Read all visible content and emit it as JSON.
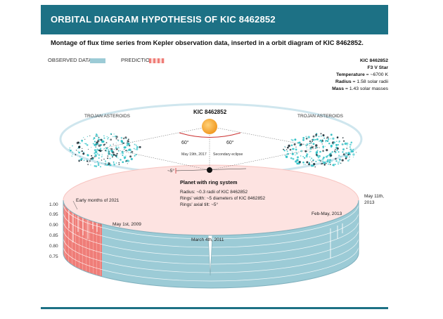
{
  "header": {
    "title": "ORBITAL DIAGRAM HYPOTHESIS  OF KIC 8462852"
  },
  "subtitle": "Montage of flux time series from Kepler observation data, inserted in a orbit diagram of KIC 8462852.",
  "legend": {
    "observed": "OBSERVED DATA",
    "prediction": "PREDICTION"
  },
  "colors": {
    "banner": "#1d7185",
    "observed": "#9ccbd6",
    "prediction": "#ef7d78",
    "asteroids": "#2ec1c6",
    "star": "#f4a42a"
  },
  "star_info": {
    "name": "KIC 8462852",
    "type": "F3 V Star",
    "temperature_label": "Temperature",
    "temperature_value": "~6700 K",
    "radius_label": "Radius",
    "radius_value": "1.58 solar radii",
    "mass_label": "Mass",
    "mass_value": "1.43 solar masses"
  },
  "diagram": {
    "star_label": "KIC 8462852",
    "trojan_left": "TROJAN ASTEROIDS",
    "trojan_right": "TROJAN ASTEROIDS",
    "angle_left": "60°",
    "angle_right": "60°",
    "eclipse_date": "May 19th, 2017",
    "secondary_eclipse": "Secondary eclipse",
    "tilt": "~5°",
    "planet_title": "Planet with ring system",
    "planet_radius": "Radius: ~0.3 radii of KIC 8462852",
    "planet_rings_width": "Rings' width: ~5 diameters of KIC 8462852",
    "planet_rings_tilt": "Rings' axial tilt: ~5°"
  },
  "annotations": {
    "early_2021": "Early months of 2021",
    "may_2009": "May 1st, 2009",
    "march_2011": "March 4th, 2011",
    "feb_may_2013": "Feb-May, 2013",
    "may_11": "May 11th,",
    "year_2013": "2013"
  },
  "flux_axis": {
    "ticks": [
      "1.00",
      "0.95",
      "0.90",
      "0.85",
      "0.80",
      "0.75"
    ]
  }
}
